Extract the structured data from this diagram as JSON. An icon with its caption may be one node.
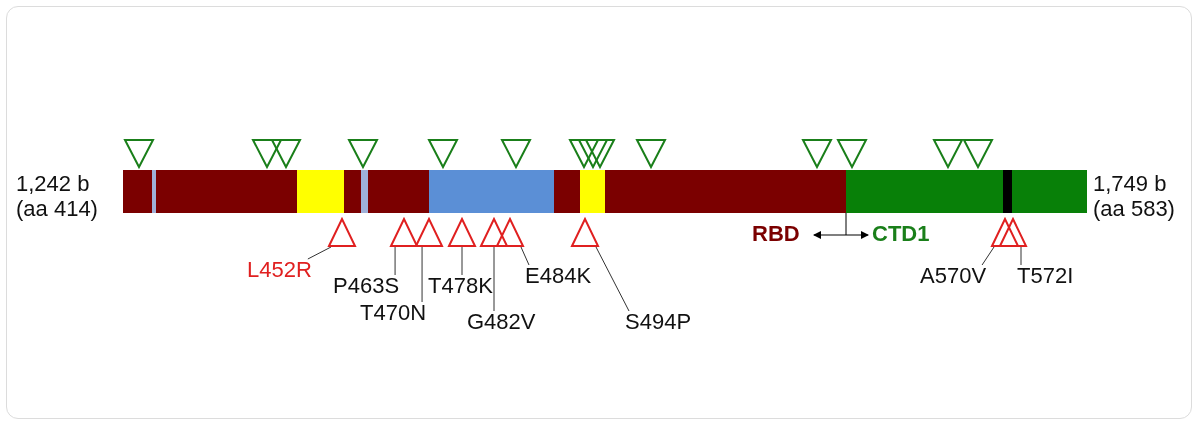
{
  "diagram": {
    "nodes": [
      {
        "text": [],
        "shape": "triangle"
      },
      {
        "text": [],
        "shape": "triangle"
      },
      {
        "text": [],
        "shape": "triangle"
      },
      {
        "text": [],
        "shape": "triangle"
      },
      {
        "text": [],
        "shape": "triangle"
      },
      {
        "text": [],
        "shape": "triangle"
      },
      {
        "text": [],
        "shape": "triangle"
      },
      {
        "text": [],
        "shape": "triangle"
      },
      {
        "text": [],
        "shape": "triangle"
      },
      {
        "text": [
          "L452R"
        ]
      },
      {
        "text": [
          "P463S"
        ]
      },
      {
        "text": [
          "T470N"
        ]
      },
      {
        "text": [
          "T478K"
        ]
      },
      {
        "text": [
          "G482V"
        ]
      },
      {
        "text": [
          "E484K"
        ]
      },
      {
        "text": [
          "S494P"
        ]
      },
      {
        "text": [
          "A570V"
        ]
      },
      {
        "text": [
          "T572I"
        ]
      }
    ],
    "edges": [
      {
        "from": 9,
        "to": 0,
        "arrow": "none"
      },
      {
        "from": 10,
        "to": 1,
        "arrow": "none"
      },
      {
        "from": 11,
        "to": 2,
        "arrow": "none"
      },
      {
        "from": 12,
        "to": 3,
        "arrow": "none"
      },
      {
        "from": 13,
        "to": 4,
        "arrow": "none"
      },
      {
        "from": 14,
        "to": 5,
        "arrow": "none"
      },
      {
        "from": 15,
        "to": 6,
        "arrow": "none"
      },
      {
        "from": 16,
        "to": 7,
        "arrow": "none"
      },
      {
        "from": 17,
        "to": 8,
        "arrow": "none"
      }
    ],
    "labels": [
      "1,242 b (aa 414)",
      "1,749 b (aa 583)",
      "RBD",
      "CTD1"
    ]
  }
}
